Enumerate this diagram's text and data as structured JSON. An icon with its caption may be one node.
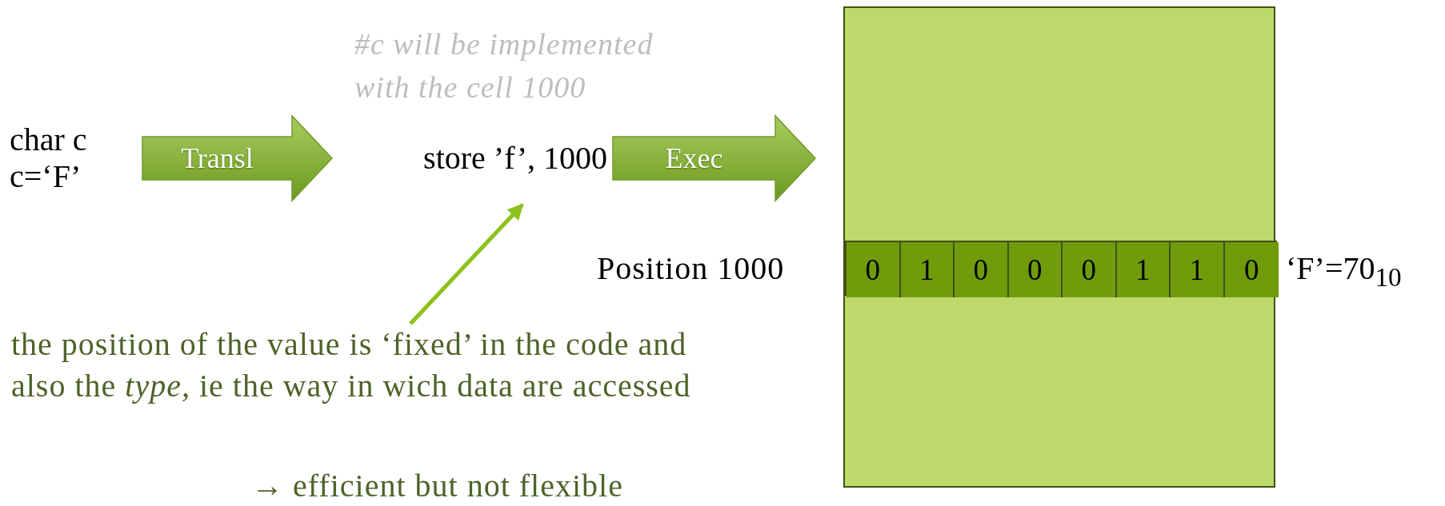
{
  "diagram": {
    "nodes": [
      {
        "text": [
          "char c c=‘F’"
        ]
      },
      {
        "text": [
          "store ’f’, 1000"
        ]
      },
      {
        "text": [],
        "shape": "box"
      },
      {
        "text": [],
        "shape": "bar",
        "in": 2
      },
      {
        "text": [
          "0"
        ],
        "in": 3
      },
      {
        "text": [
          "1"
        ],
        "in": 3
      },
      {
        "text": [
          "0"
        ],
        "in": 3
      },
      {
        "text": [
          "0"
        ],
        "in": 3
      },
      {
        "text": [
          "0"
        ],
        "in": 3
      },
      {
        "text": [
          "1"
        ],
        "in": 3
      },
      {
        "text": [
          "1"
        ],
        "in": 3
      },
      {
        "text": [
          "0"
        ],
        "in": 3
      },
      {
        "text": [
          "the position of the value is ‘fixed’ in the code and also the *type,* ie the way in wich data are accessed",
          "→ efficient but not flexible"
        ]
      }
    ],
    "edges": [
      {
        "from": 0,
        "to": 1,
        "arrow": "to",
        "label": "Transl",
        "style": "thick"
      },
      {
        "from": 1,
        "to": 2,
        "arrow": "to",
        "label": "Exec",
        "style": "thick"
      },
      {
        "from": 12,
        "to": 1,
        "arrow": "to",
        "color": "#8cc21c"
      }
    ],
    "labels": [
      "#c will be implemented with the cell 1000",
      "Position 1000",
      "‘F’=70$_{10}$"
    ]
  }
}
